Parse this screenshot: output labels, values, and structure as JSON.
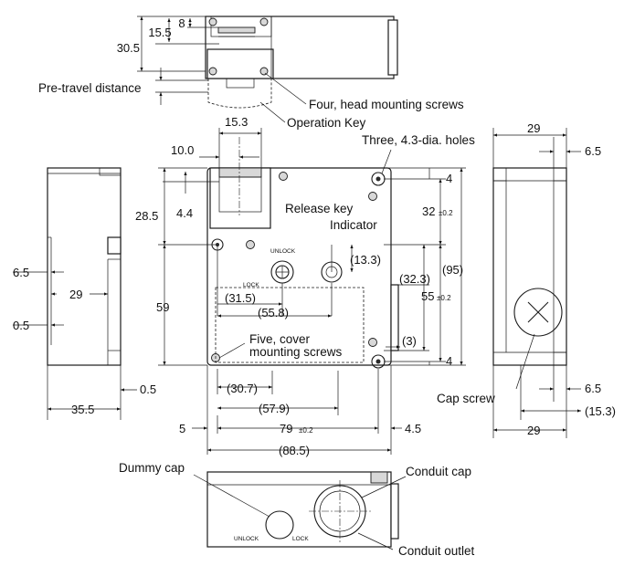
{
  "labels": {
    "pre_travel": "Pre-travel distance",
    "head_screws": "Four, head mounting screws",
    "operation_key": "Operation Key",
    "three_holes": "Three, 4.3-dia. holes",
    "release_key": "Release key",
    "indicator": "Indicator",
    "cover_screws_1": "Five, cover",
    "cover_screws_2": "mounting screws",
    "cap_screw": "Cap screw",
    "dummy_cap": "Dummy cap",
    "conduit_cap": "Conduit cap",
    "conduit_outlet": "Conduit outlet"
  },
  "top_view": {
    "dim_8": "8",
    "dim_15_5": "15.5",
    "dim_30_5": "30.5"
  },
  "front_view": {
    "unlock": "UNLOCK",
    "lock": "LOCK",
    "dim_10_0": "10.0",
    "dim_15_3": "15.3",
    "dim_28_5": "28.5",
    "dim_4_4": "4.4",
    "dim_59": "59",
    "dim_13_3": "(13.3)",
    "dim_31_5": "(31.5)",
    "dim_55_8": "(55.8)",
    "dim_4_top": "4",
    "dim_32": "32",
    "tol_02": "±0.2",
    "dim_95": "(95)",
    "dim_32_3": "(32.3)",
    "dim_55": "55",
    "dim_3": "(3)",
    "dim_4_bottom": "4",
    "dim_30_7": "(30.7)",
    "dim_57_9": "(57.9)",
    "dim_5": "5",
    "dim_79": "79",
    "dim_4_5": "4.5",
    "dim_88_5": "(88.5)"
  },
  "left_view": {
    "dim_6_5": "6.5",
    "dim_29": "29",
    "dim_0_5": "0.5",
    "dim_0_5_bottom": "0.5",
    "dim_35_5": "35.5"
  },
  "right_view": {
    "dim_29_top": "29",
    "dim_6_5_top": "6.5",
    "dim_6_5_bottom": "6.5",
    "dim_15_3": "(15.3)",
    "dim_29_bottom": "29"
  },
  "bottom_view": {
    "unlock": "UNLOCK",
    "lock": "LOCK"
  }
}
